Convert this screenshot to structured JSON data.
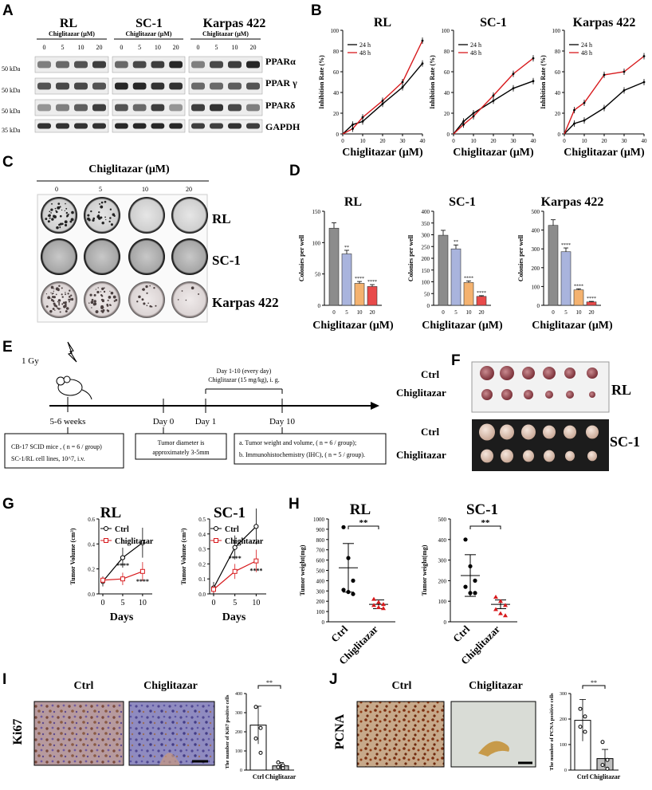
{
  "panels": {
    "A": "A",
    "B": "B",
    "C": "C",
    "D": "D",
    "E": "E",
    "F": "F",
    "G": "G",
    "H": "H",
    "I": "I",
    "J": "J"
  },
  "cell_lines": [
    "RL",
    "SC-1",
    "Karpas 422"
  ],
  "panel_a": {
    "dose_header": "Chiglitazar (μM)",
    "doses": [
      "0",
      "5",
      "10",
      "20"
    ],
    "markers": [
      "50 kDa",
      "50 kDa",
      "50 kDa",
      "35 kDa"
    ],
    "proteins": [
      "PPARα",
      "PPAR γ",
      "PPARδ",
      "GAPDH"
    ]
  },
  "panel_b": {
    "ylabel": "Inhibition Rate (%)",
    "xlabel": "Chiglitazar (μM)",
    "legend": [
      "24 h",
      "48 h"
    ],
    "xticks": [
      "0",
      "10",
      "20",
      "30",
      "40"
    ],
    "yticks": [
      "0",
      "20",
      "40",
      "60",
      "80",
      "100"
    ],
    "colors": {
      "24 h": "#000000",
      "48 h": "#d7191c"
    },
    "chart_data": [
      {
        "type": "line",
        "title": "RL",
        "x": [
          5,
          10,
          20,
          30,
          40
        ],
        "series": [
          {
            "name": "24 h",
            "values": [
              9,
              12,
              29,
              45,
              68
            ]
          },
          {
            "name": "48 h",
            "values": [
              5,
              16,
              32,
              50,
              90
            ]
          }
        ]
      },
      {
        "type": "line",
        "title": "SC-1",
        "x": [
          5,
          10,
          20,
          30,
          40
        ],
        "series": [
          {
            "name": "24 h",
            "values": [
              12,
              20,
              32,
              44,
              51
            ]
          },
          {
            "name": "48 h",
            "values": [
              9,
              17,
              37,
              58,
              73
            ]
          }
        ]
      },
      {
        "type": "line",
        "title": "Karpas 422",
        "x": [
          5,
          10,
          20,
          30,
          40
        ],
        "series": [
          {
            "name": "24 h",
            "values": [
              10,
              13,
              25,
              42,
              50
            ]
          },
          {
            "name": "48 h",
            "values": [
              23,
              30,
              57,
              60,
              75
            ]
          }
        ]
      }
    ]
  },
  "panel_c": {
    "title": "Chiglitazar (μM)",
    "doses": [
      "0",
      "5",
      "10",
      "20"
    ],
    "rows": [
      "RL",
      "SC-1",
      "Karpas 422"
    ]
  },
  "panel_d": {
    "ylabel": "Colonies per well",
    "xlabel": "Chiglitazar (μM)",
    "categories": [
      "0",
      "5",
      "10",
      "20"
    ],
    "bar_colors": [
      "#8c8c8c",
      "#a9b4dd",
      "#f4b26f",
      "#e84a4a"
    ],
    "chart_data": [
      {
        "type": "bar",
        "title": "RL",
        "values": [
          123,
          82,
          35,
          30
        ],
        "ylim": [
          0,
          150
        ],
        "yticks": [
          "0",
          "50",
          "100",
          "150"
        ],
        "stars": [
          "",
          "**",
          "****",
          "****"
        ]
      },
      {
        "type": "bar",
        "title": "SC-1",
        "values": [
          298,
          240,
          97,
          38
        ],
        "ylim": [
          0,
          400
        ],
        "yticks": [
          "0",
          "50",
          "100",
          "150",
          "200",
          "250",
          "300",
          "350",
          "400"
        ],
        "stars": [
          "",
          "**",
          "****",
          "****"
        ]
      },
      {
        "type": "bar",
        "title": "Karpas 422",
        "values": [
          425,
          285,
          82,
          18
        ],
        "ylim": [
          0,
          500
        ],
        "yticks": [
          "0",
          "100",
          "200",
          "300",
          "400",
          "500"
        ],
        "stars": [
          "",
          "****",
          "****",
          "****"
        ]
      }
    ]
  },
  "panel_e": {
    "gy": "1 Gy",
    "weeks": "5-6 weeks",
    "day0": "Day 0",
    "day1": "Day 1",
    "day10": "Day 10",
    "tr1": "Day 1-10 (every day)",
    "tr2": "Chiglitazar (15 mg/kg), i. g.",
    "box1a": "CB-17 SCID mice , ( n = 6 / group)",
    "box1b": "SC-1/RL cell lines, 10^7, i.v.",
    "box2a": "Tumor diameter is",
    "box2b": "approximately 3-5mm",
    "box3a": "a. Tumor weight and volume, ( n = 6 / group);",
    "box3b": "b. Immunohistochemistry (IHC), ( n = 5 / group)."
  },
  "panel_f": {
    "row1": "Ctrl",
    "row2": "Chiglitazar",
    "lines": [
      "RL",
      "SC-1"
    ]
  },
  "panel_g": {
    "ylabel": "Tumor Volume (cm³)",
    "xlabel": "Days",
    "xticks": [
      "0",
      "5",
      "10"
    ],
    "legend": [
      "Ctrl",
      "Chiglitazar"
    ],
    "colors": {
      "Ctrl": "#000000",
      "Chiglitazar": "#d7191c"
    },
    "chart_data": [
      {
        "type": "line",
        "title": "RL",
        "x": [
          0,
          5,
          10
        ],
        "ylim": [
          0,
          0.6
        ],
        "yticks": [
          "0.0",
          "0.2",
          "0.4",
          "0.6"
        ],
        "series": [
          {
            "name": "Ctrl",
            "values": [
              0.1,
              0.29,
              0.41
            ]
          },
          {
            "name": "Chiglitazar",
            "values": [
              0.11,
              0.12,
              0.18
            ]
          }
        ],
        "stars": [
          "",
          "****",
          "****"
        ]
      },
      {
        "type": "line",
        "title": "SC-1",
        "x": [
          0,
          5,
          10
        ],
        "ylim": [
          0,
          0.5
        ],
        "yticks": [
          "0.0",
          "0.1",
          "0.2",
          "0.3",
          "0.4",
          "0.5"
        ],
        "series": [
          {
            "name": "Ctrl",
            "values": [
              0.04,
              0.31,
              0.45
            ]
          },
          {
            "name": "Chiglitazar",
            "values": [
              0.03,
              0.15,
              0.22
            ]
          }
        ],
        "stars": [
          "",
          "****",
          "****"
        ]
      }
    ]
  },
  "panel_h": {
    "ylabel": "Tumor weight(mg)",
    "categories": [
      "Ctrl",
      "Chiglitazar"
    ],
    "sig": "**",
    "chart_data": [
      {
        "type": "scatter",
        "title": "RL",
        "ylim": [
          0,
          1000
        ],
        "yticks": [
          "0",
          "100",
          "200",
          "300",
          "400",
          "500",
          "600",
          "700",
          "800",
          "900",
          "1000"
        ],
        "groups": [
          {
            "name": "Ctrl",
            "values": [
              920,
              620,
              400,
              310,
              290,
              270
            ],
            "mean": 525
          },
          {
            "name": "Chiglitazar",
            "values": [
              220,
              190,
              170,
              160,
              140,
              130
            ],
            "mean": 170
          }
        ]
      },
      {
        "type": "scatter",
        "title": "SC-1",
        "ylim": [
          0,
          500
        ],
        "yticks": [
          "0",
          "100",
          "200",
          "300",
          "400",
          "500"
        ],
        "groups": [
          {
            "name": "Ctrl",
            "values": [
              400,
              270,
              200,
              170,
              140,
              140
            ],
            "mean": 225
          },
          {
            "name": "Chiglitazar",
            "values": [
              120,
              100,
              80,
              60,
              40,
              30
            ],
            "mean": 85
          }
        ]
      }
    ]
  },
  "panel_i": {
    "marker": "Ki67",
    "ctrl": "Ctrl",
    "chig": "Chiglitazar",
    "ylabel": "The number of Ki67 positive cells",
    "sig": "**",
    "chart_data": {
      "type": "bar",
      "categories": [
        "Ctrl",
        "Chiglitazar"
      ],
      "values": [
        235,
        22
      ],
      "ylim": [
        0,
        400
      ],
      "yticks": [
        "0",
        "100",
        "200",
        "300",
        "400"
      ],
      "points": [
        [
          330,
          220,
          165,
          90
        ],
        [
          40,
          25,
          15,
          10
        ]
      ]
    }
  },
  "panel_j": {
    "marker": "PCNA",
    "ctrl": "Ctrl",
    "chig": "Chiglitazar",
    "ylabel": "The number of PCNA positive cells",
    "sig": "**",
    "chart_data": {
      "type": "bar",
      "categories": [
        "Ctrl",
        "Chiglitazar"
      ],
      "values": [
        195,
        45
      ],
      "ylim": [
        0,
        300
      ],
      "yticks": [
        "0",
        "100",
        "200",
        "300"
      ],
      "points": [
        [
          240,
          210,
          170,
          150
        ],
        [
          110,
          40,
          20,
          5
        ]
      ]
    }
  }
}
